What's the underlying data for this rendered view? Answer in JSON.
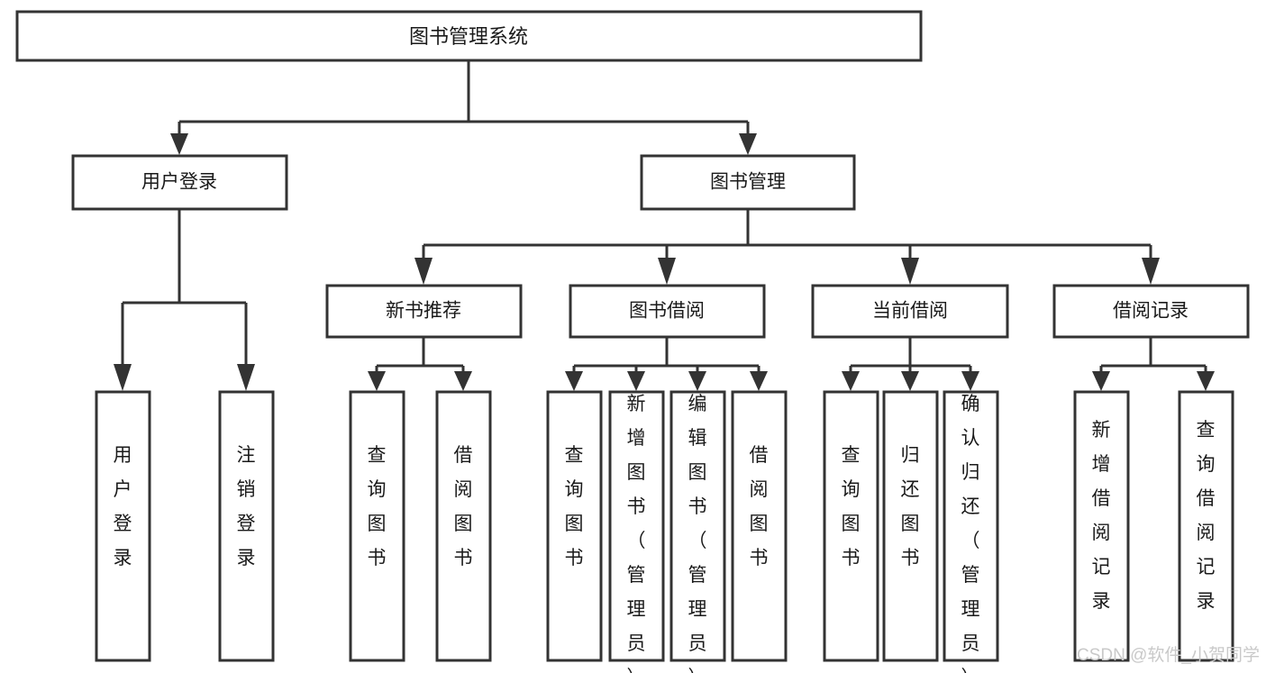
{
  "diagram": {
    "title": "图书管理系统",
    "type": "tree-hierarchy",
    "root": {
      "label": "图书管理系统"
    },
    "level2": [
      {
        "label": "用户登录"
      },
      {
        "label": "图书管理"
      }
    ],
    "level3": [
      {
        "label": "新书推荐"
      },
      {
        "label": "图书借阅"
      },
      {
        "label": "当前借阅"
      },
      {
        "label": "借阅记录"
      }
    ],
    "leaves": {
      "user_login": [
        {
          "label": "用户登录"
        },
        {
          "label": "注销登录"
        }
      ],
      "new_book_recommend": [
        {
          "label": "查询图书"
        },
        {
          "label": "借阅图书"
        }
      ],
      "book_borrow": [
        {
          "label": "查询图书"
        },
        {
          "label": "新增图书（管理员）"
        },
        {
          "label": "编辑图书（管理员）"
        },
        {
          "label": "借阅图书"
        }
      ],
      "current_borrow": [
        {
          "label": "查询图书"
        },
        {
          "label": "归还图书"
        },
        {
          "label": "确认归还（管理员）"
        }
      ],
      "borrow_record": [
        {
          "label": "新增借阅记录"
        },
        {
          "label": "查询借阅记录"
        }
      ]
    }
  },
  "watermark": {
    "text": "CSDN @软件_小贺同学"
  },
  "colors": {
    "stroke": "#333333",
    "box_fill": "#ffffff",
    "text": "#1a1a1a",
    "watermark": "#c9c9c9",
    "background": "#ffffff"
  }
}
